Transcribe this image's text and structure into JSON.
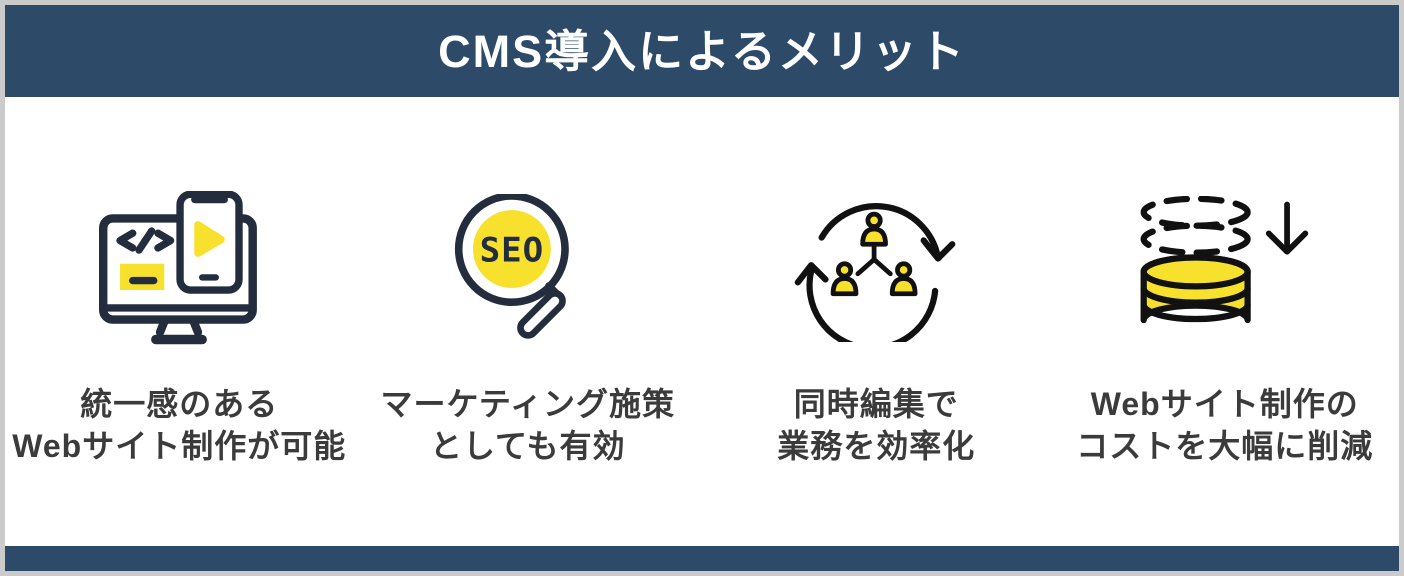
{
  "header": {
    "title": "CMS導入によるメリット"
  },
  "items": [
    {
      "icon": "responsive-website-icon",
      "line1": "統一感のある",
      "line2": "Webサイト制作が可能"
    },
    {
      "icon": "seo-magnifier-icon",
      "badge": "SEO",
      "line1": "マーケティング施策",
      "line2": "としても有効"
    },
    {
      "icon": "team-collaboration-cycle-icon",
      "line1": "同時編集で",
      "line2": "業務を効率化"
    },
    {
      "icon": "cost-reduction-coins-icon",
      "line1": "Webサイト制作の",
      "line2": "コストを大幅に削減"
    }
  ],
  "colors": {
    "header_navy": "#2D4A68",
    "outline_navy": "#232D3D",
    "icon_black": "#111111",
    "accent_yellow": "#F7E12D",
    "text_dark": "#3B3B3B",
    "border_gray": "#CBCBCB",
    "background": "#FFFFFF"
  }
}
